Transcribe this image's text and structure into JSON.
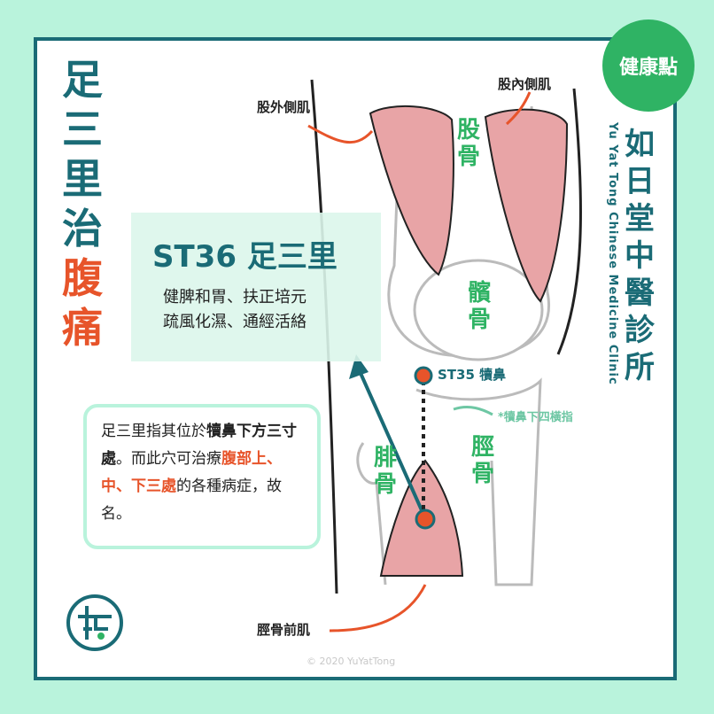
{
  "title": {
    "part1": "足\n三\n里\n治",
    "part2": "腹\n痛"
  },
  "badge": {
    "label": "健康點"
  },
  "clinic": {
    "name": "如\n日\n堂\n中\n醫\n診\n所",
    "name_en": "Yu Yat Tong Chinese Medicine Clinic"
  },
  "muscles": {
    "lateral": "股外側肌",
    "medial": "股內側肌",
    "tibialis": "脛骨前肌"
  },
  "bones": {
    "femur": "股\n骨",
    "patella": "髕\n骨",
    "fibula": "腓\n骨",
    "tibia": "脛\n骨"
  },
  "acupoint": {
    "title": "ST36 足三里",
    "desc": "健脾和胃、扶正培元\n疏風化濕、通經活絡"
  },
  "st35": {
    "label": "ST35 犢鼻"
  },
  "note": {
    "label": "*犢鼻下四橫指"
  },
  "info": {
    "t1": "足三里指其位於",
    "b1": "犢鼻下方三寸處",
    "t2": "。而此穴可治療",
    "h1": "腹部上、中、下三處",
    "t3": "的各種病症，故名。"
  },
  "copyright": "© 2020 YuYatTong",
  "colors": {
    "teal": "#1a6b76",
    "green": "#2fb364",
    "orange": "#e7542a",
    "mint": "#b9f3dc",
    "muscle": "#e8a4a6"
  }
}
